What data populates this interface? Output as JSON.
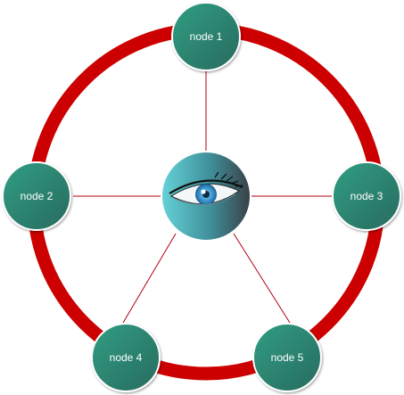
{
  "diagram": {
    "center_icon": "eye-icon",
    "colors": {
      "ring": "#cc0000",
      "spoke": "#b00010",
      "node_fill_start": "#2e9a7f",
      "node_fill_end": "#2a6e62",
      "node_stroke": "#ffffff",
      "hub_light": "#5fc8cf",
      "hub_dark": "#3a4a4f",
      "iris": "#3d9fd8"
    },
    "nodes": [
      {
        "id": "node1",
        "label": "node 1"
      },
      {
        "id": "node2",
        "label": "node 2"
      },
      {
        "id": "node3",
        "label": "node 3"
      },
      {
        "id": "node4",
        "label": "node 4"
      },
      {
        "id": "node5",
        "label": "node 5"
      }
    ]
  }
}
